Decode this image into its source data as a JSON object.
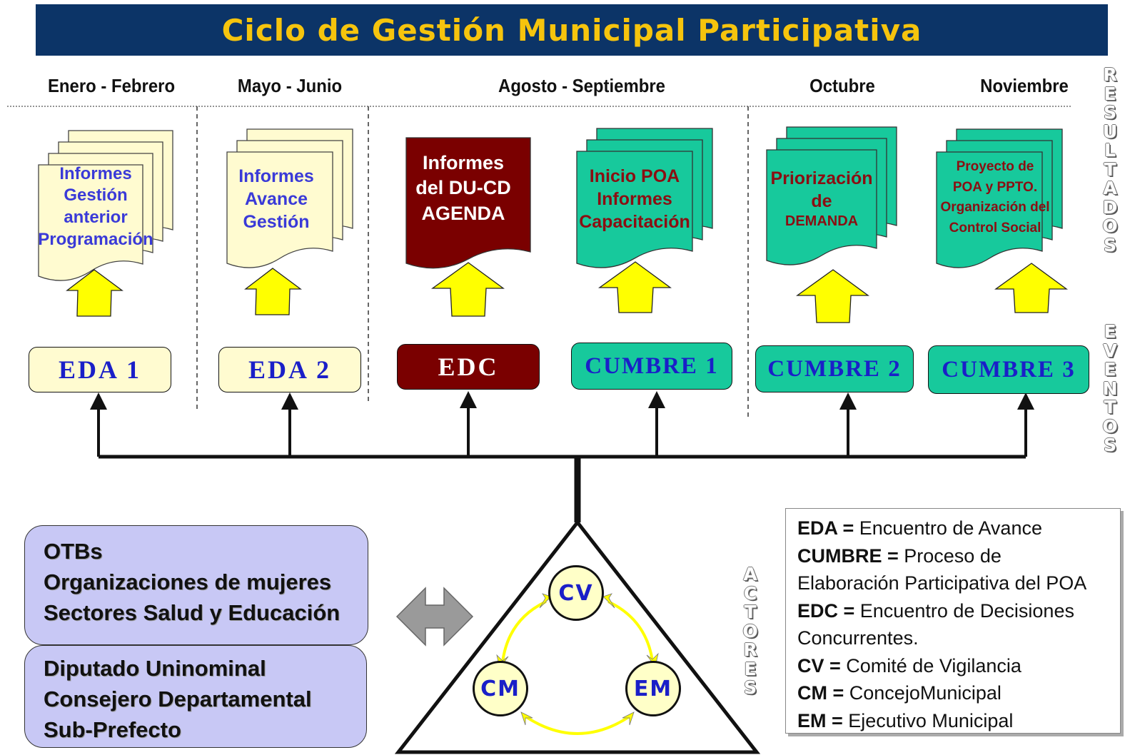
{
  "title": "Ciclo de Gestión Municipal Participativa",
  "periods": [
    "Enero - Febrero",
    "Mayo - Junio",
    "Agosto - Septiembre",
    "Octubre",
    "Noviembre"
  ],
  "side_labels": {
    "resultados": "RESULTADOS",
    "eventos": "EVENTOS",
    "actores": "ACTORES"
  },
  "documents": [
    {
      "lines": [
        "Informes",
        "Gestión",
        "anterior",
        "Programación"
      ]
    },
    {
      "lines": [
        "Informes",
        "Avance",
        "Gestión"
      ]
    },
    {
      "lines": [
        "Informes",
        "del DU-CD",
        "AGENDA"
      ]
    },
    {
      "lines": [
        "Inicio POA",
        "Informes",
        "Capacitación"
      ]
    },
    {
      "lines": [
        "Priorización",
        "de",
        "DEMANDA"
      ]
    },
    {
      "lines": [
        "Proyecto de",
        "POA y PPTO.",
        "Organización del",
        "Control Social"
      ]
    }
  ],
  "events": [
    "EDA 1",
    "EDA 2",
    "EDC",
    "CUMBRE 1",
    "CUMBRE 2",
    "CUMBRE 3"
  ],
  "actors_groups": [
    [
      "OTBs",
      "Organizaciones de mujeres",
      "Sectores Salud y Educación"
    ],
    [
      "Diputado Uninominal",
      "Consejero Departamental",
      "Sub-Prefecto"
    ]
  ],
  "triangle_nodes": [
    "CV",
    "CM",
    "EM"
  ],
  "legend": [
    {
      "key": "EDA =",
      "text": " Encuentro  de Avance"
    },
    {
      "key": "CUMBRE =",
      "text": " Proceso de"
    },
    {
      "key": "",
      "text": "Elaboración Participativa del POA"
    },
    {
      "key": "EDC =",
      "text": " Encuentro de Decisiones"
    },
    {
      "key": "",
      "text": "Concurrentes."
    },
    {
      "key": "CV =",
      "text": " Comité de Vigilancia"
    },
    {
      "key": "CM =",
      "text": " ConcejoMunicipal"
    },
    {
      "key": "EM =",
      "text": " Ejecutivo Municipal"
    }
  ],
  "colors": {
    "title_bg": "#0c3467",
    "title_text": "#f6c40d",
    "doc_cream": "#fffbd0",
    "doc_green": "#17c99c",
    "doc_maroon": "#7a0000",
    "doc_text_blue": "#3a3ad8",
    "doc_text_maroon": "#8b0e12",
    "arrow_yellow": "#ffff00",
    "actor_box": "#c8c8f5",
    "node_fill": "#ffffc8"
  }
}
